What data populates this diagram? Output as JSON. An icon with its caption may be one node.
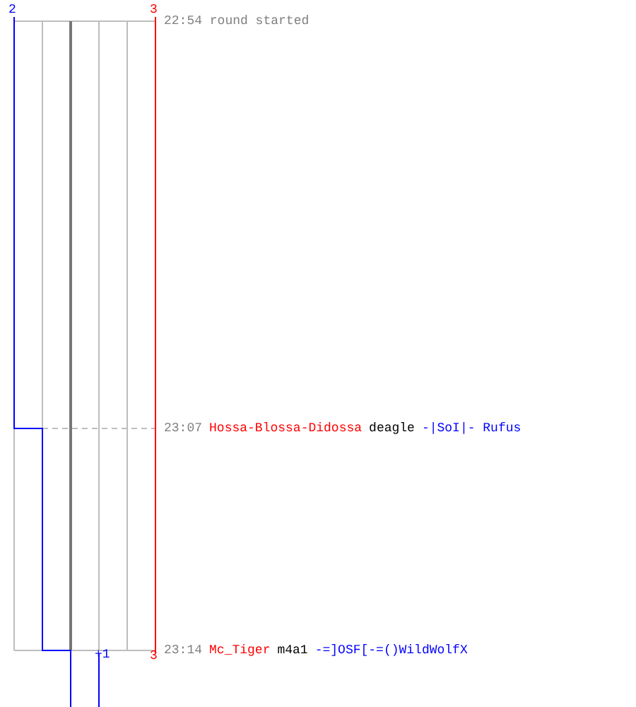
{
  "diagram": {
    "labels": [
      "2",
      "3",
      "22:54 round started",
      "23:07",
      "Hossa-Blossa-Didossa",
      "deagle",
      "-|SoI|- Rufus",
      "+1",
      "3",
      "23:14",
      "Mc_Tiger",
      "m4a1",
      "-=]OSF[-=()WildWolfX"
    ]
  }
}
